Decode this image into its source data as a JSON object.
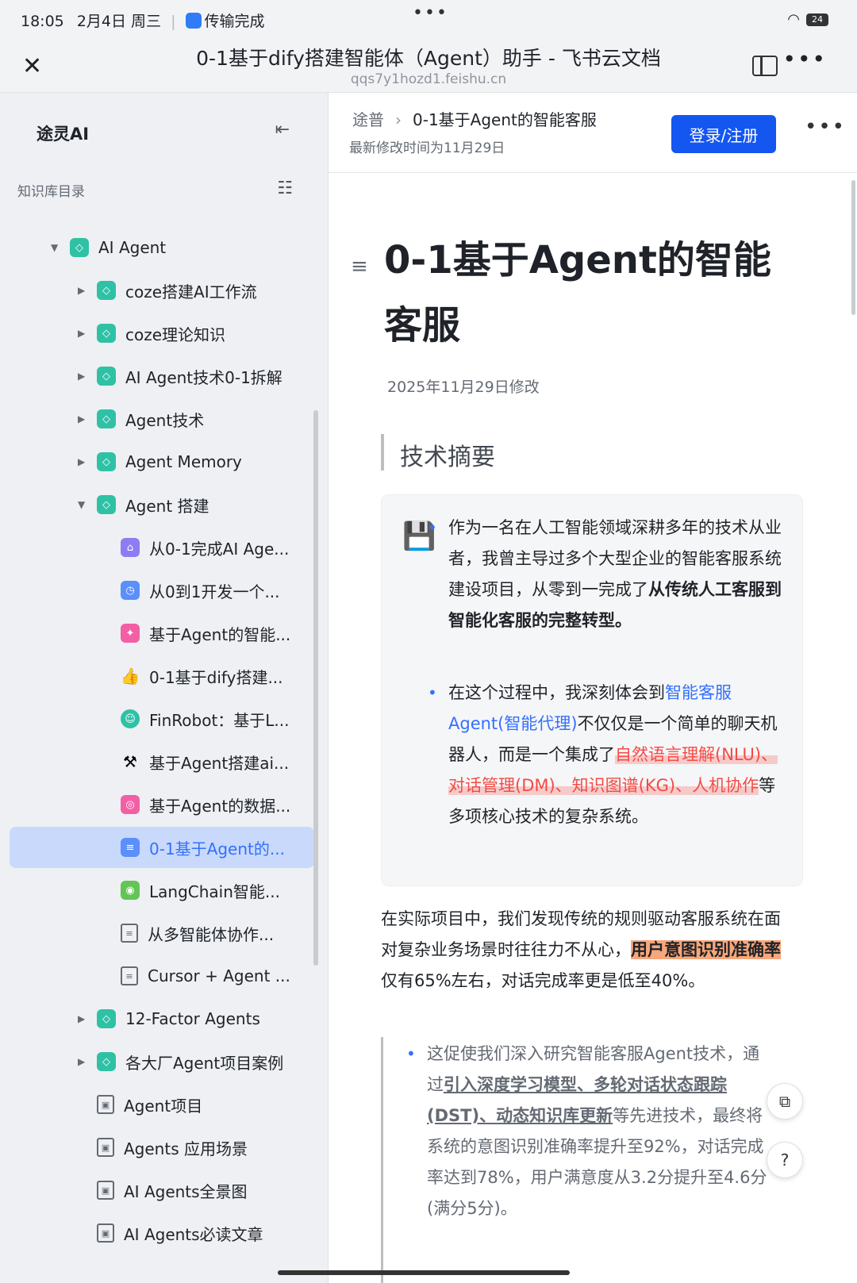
{
  "status": {
    "time": "18:05",
    "date": "2月4日 周三",
    "transfer": "传输完成",
    "battery": "24"
  },
  "titlebar": {
    "title": "0-1基于dify搭建智能体（Agent）助手 - 飞书云文档",
    "url": "qqs7y1hozd1.feishu.cn"
  },
  "sidebar": {
    "space_name": "途灵AI",
    "section_label": "知识库目录",
    "root": "AI Agent",
    "items": [
      {
        "label": "coze搭建AI工作流"
      },
      {
        "label": "coze理论知识"
      },
      {
        "label": "AI Agent技术0-1拆解"
      },
      {
        "label": "Agent技术"
      },
      {
        "label": "Agent Memory"
      },
      {
        "label": "Agent 搭建"
      },
      {
        "label": "从0-1完成AI Age..."
      },
      {
        "label": "从0到1开发一个..."
      },
      {
        "label": "基于Agent的智能..."
      },
      {
        "label": "0-1基于dify搭建..."
      },
      {
        "label": "FinRobot：基于L..."
      },
      {
        "label": "基于Agent搭建ai..."
      },
      {
        "label": "基于Agent的数据..."
      },
      {
        "label": "0-1基于Agent的..."
      },
      {
        "label": "LangChain智能..."
      },
      {
        "label": "从多智能体协作..."
      },
      {
        "label": "Cursor + Agent ..."
      },
      {
        "label": "12-Factor Agents"
      },
      {
        "label": "各大厂Agent项目案例"
      },
      {
        "label": "Agent项目"
      },
      {
        "label": "Agents 应用场景"
      },
      {
        "label": "AI Agents全景图"
      },
      {
        "label": "AI Agents必读文章"
      }
    ]
  },
  "main": {
    "breadcrumb_root": "途普",
    "breadcrumb_current": "0-1基于Agent的智能客服",
    "modified_hint": "最新修改时间为11月29日",
    "login_label": "登录/注册",
    "doc_title": "0-1基于Agent的智能客服",
    "doc_date": "2025年11月29日修改",
    "heading": "技术摘要",
    "b1_part1": "作为一名在人工智能领域深耕多年的技术从业者，我曾主导过多个大型企业的智能客服系统建设项目，从零到一完成了",
    "b1_bold": "从传统人工客服到智能化客服的完整转型",
    "b1_end": "。",
    "b2_part1": "在这个过程中，我深刻体会到",
    "b2_link": "智能客服Agent(智能代理)",
    "b2_part2": "不仅仅是一个简单的聊天机器人，而是一个集成了",
    "b2_red": "自然语言理解(NLU)、对话管理(DM)、知识图谱(KG)、人机协作",
    "b2_part3": "等多项核心技术的复杂系统。",
    "p_part1": "在实际项目中，我们发现传统的规则驱动客服系统在面对复杂业务场景时往往力不从心，",
    "p_hl": "用户意图识别准确率",
    "p_part2": "仅有65%左右，对话完成率更是低至40%。",
    "q_part1": "这促使我们深入研究智能客服Agent技术，通过",
    "q_under1": "引入深度学习模型、多轮对话状态跟踪(DST)、动态知识库更新",
    "q_part2": "等先进技术，最终将系统的意图识别准确率提升至92%，对话完成率达到78%，用户满意度从3.2分提升至4.6分(满分5分)。"
  }
}
